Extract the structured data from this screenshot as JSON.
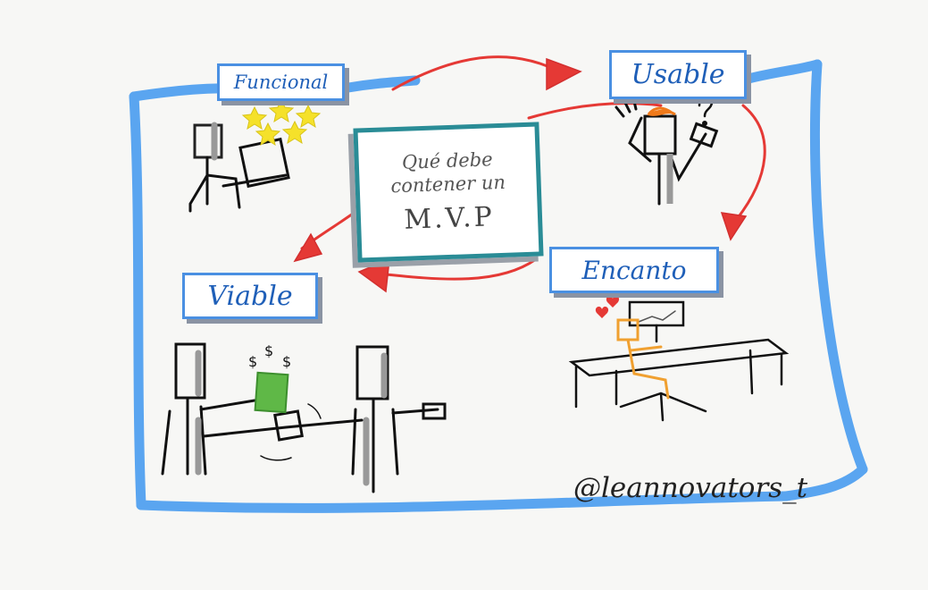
{
  "labels": {
    "funcional": "Funcional",
    "usable": "Usable",
    "encanto": "Encanto",
    "viable": "Viable"
  },
  "center": {
    "question": "Qué debe contener un",
    "acronym": "M.V.P"
  },
  "handle": "@leannovators_t",
  "colors": {
    "frame": "#5aa5f0",
    "label_border": "#4a90e2",
    "label_text": "#1f5fb8",
    "arrows": "#e53935",
    "center_border": "#2a8c96",
    "stars": "#f5e12a",
    "money": "#5fb847",
    "hearts": "#e53935",
    "orange_figure": "#f0a030"
  }
}
